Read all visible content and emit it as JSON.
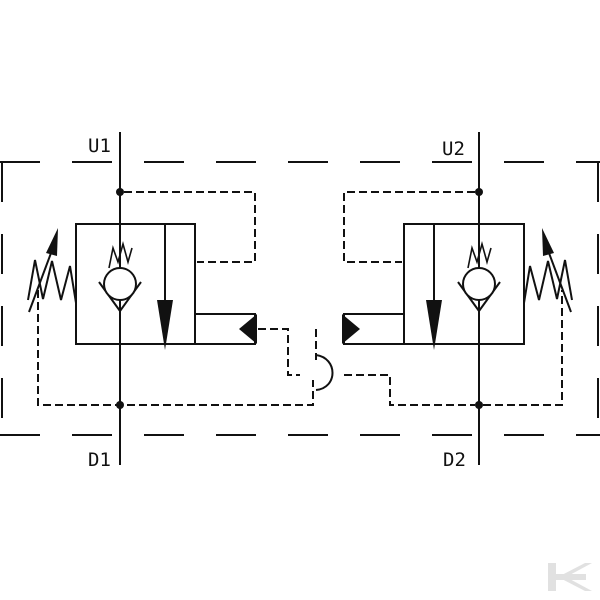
{
  "ports": {
    "u1": "U1",
    "u2": "U2",
    "d1": "D1",
    "d2": "D2"
  },
  "colors": {
    "line": "#111111",
    "background": "#ffffff"
  },
  "icons": [
    "check-valve-icon",
    "adjustable-spring-icon",
    "flow-arrow-icon",
    "pilot-triangle-icon",
    "logo-mark-icon"
  ]
}
